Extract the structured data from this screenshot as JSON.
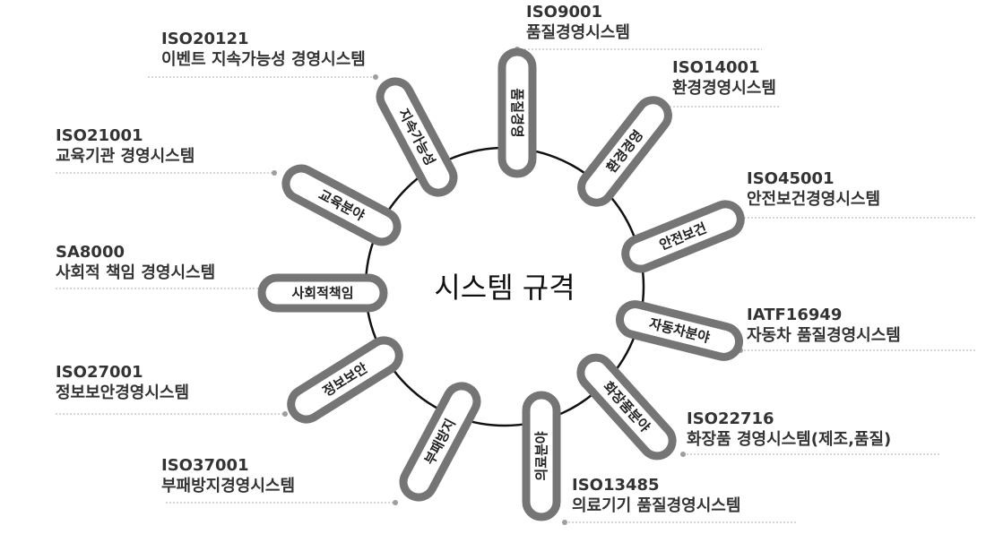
{
  "center_title": "시스템 규격",
  "colors": {
    "pill_stroke": "#757575",
    "pill_fill": "#ffffff",
    "circle_stroke": "#111111",
    "leader": "#bdbdbd",
    "text": "#333333"
  },
  "items": [
    {
      "id": "quality",
      "pill": "품질경영",
      "code": "ISO9001",
      "name": "품질경영시스템"
    },
    {
      "id": "environment",
      "pill": "환경경영",
      "code": "ISO14001",
      "name": "환경경영시스템"
    },
    {
      "id": "safety",
      "pill": "안전보건",
      "code": "ISO45001",
      "name": "안전보건경영시스템"
    },
    {
      "id": "automotive",
      "pill": "자동차분야",
      "code": "IATF16949",
      "name": "자동차 품질경영시스템"
    },
    {
      "id": "cosmetics",
      "pill": "화장품분야",
      "code": "ISO22716",
      "name": "화장품 경영시스템(제조,품질)"
    },
    {
      "id": "medical",
      "pill": "의료분야",
      "code": "ISO13485",
      "name": "의료기기 품질경영시스템"
    },
    {
      "id": "antibribery",
      "pill": "부패방지",
      "code": "ISO37001",
      "name": "부패방지경영시스템"
    },
    {
      "id": "infosec",
      "pill": "정보보안",
      "code": "ISO27001",
      "name": "정보보안경영시스템"
    },
    {
      "id": "social",
      "pill": "사회적책임",
      "code": "SA8000",
      "name": "사회적 책임 경영시스템"
    },
    {
      "id": "education",
      "pill": "교육분야",
      "code": "ISO21001",
      "name": "교육기관 경영시스템"
    },
    {
      "id": "sustain",
      "pill": "지속가능성",
      "code": "ISO20121",
      "name": "이벤트 지속가능성 경영시스템"
    }
  ]
}
